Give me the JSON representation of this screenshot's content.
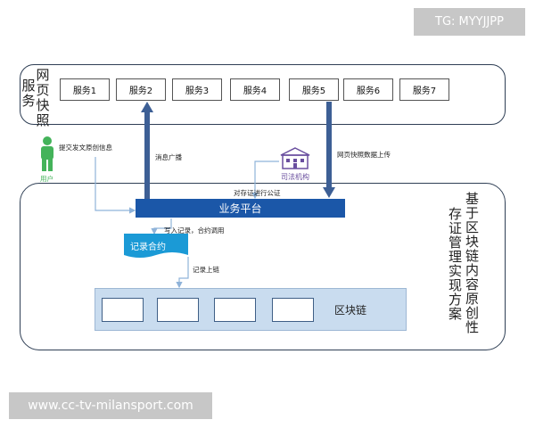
{
  "watermark_top": "TG: MYYJJPP",
  "watermark_bottom": "www.cc-tv-milansport.com",
  "snapshot_service": {
    "col1": [
      "服",
      "务"
    ],
    "col2": [
      "网",
      "页",
      "快",
      "照"
    ]
  },
  "services": [
    "服务1",
    "服务2",
    "服务3",
    "服务4",
    "服务5",
    "服务6",
    "服务7"
  ],
  "user": {
    "label": "用户",
    "submit_text": "提交发文原创信息"
  },
  "message_broadcast": "消息广播",
  "snapshot_upload": "网页快照数据上传",
  "judicial": {
    "label": "司法机构",
    "notarize_text": "对存证进行公证"
  },
  "platform_label": "业务平台",
  "write_record_text": "写入记录，合约调用",
  "contract_label": "记录合约",
  "record_onchain_text": "记录上链",
  "blockchain_label": "区块链",
  "side_title": {
    "col_right": [
      "基",
      "于",
      "区",
      "块",
      "链",
      "内",
      "容",
      "原",
      "创",
      "性"
    ],
    "col_left": [
      "存",
      "证",
      "管",
      "理",
      "实",
      "现",
      "方",
      "案"
    ]
  },
  "colors": {
    "platform_blue": "#1b57a8",
    "arrow_blue": "#3d5f95",
    "connector_blue": "#8fb3d9",
    "chain_bg": "#c9dcef",
    "user_green": "#44b35a",
    "judicial_purple": "#6a4f9f"
  }
}
